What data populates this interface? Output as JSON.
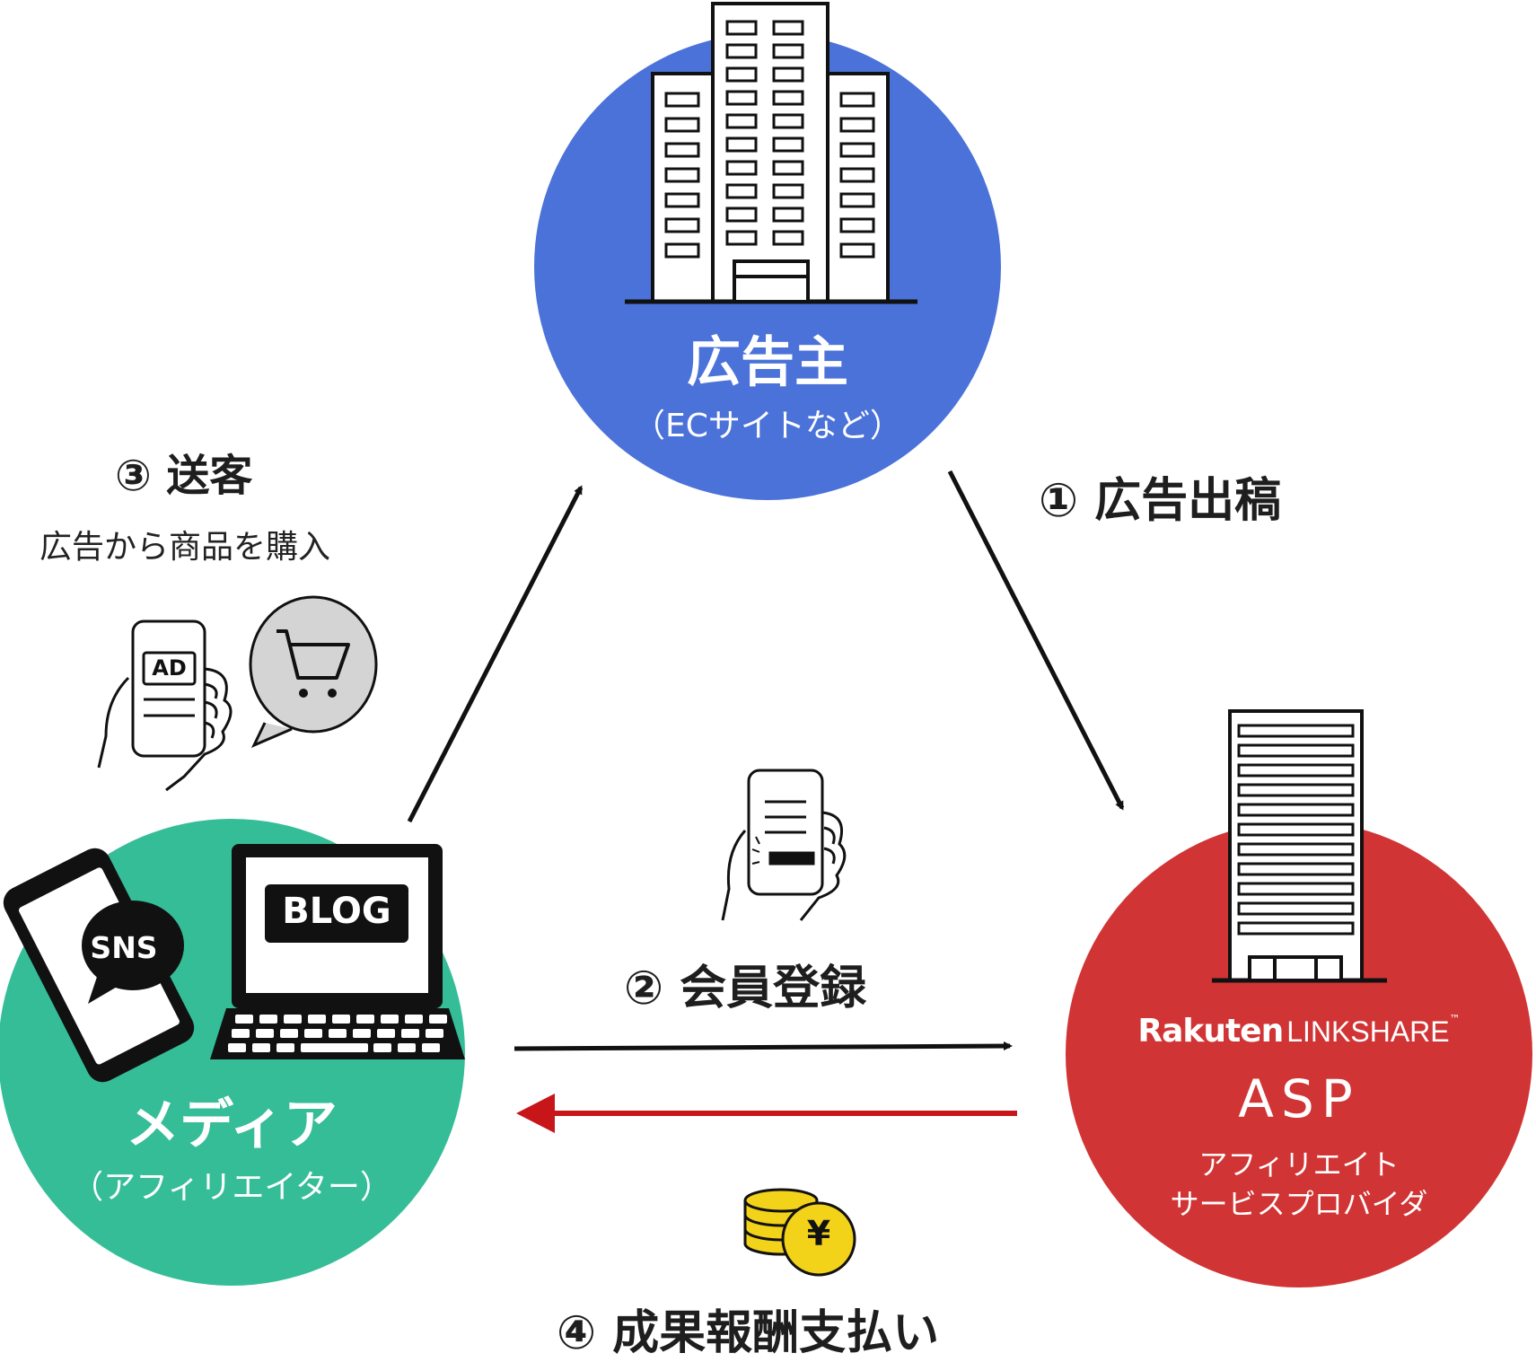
{
  "colors": {
    "advertiser": "#4b72d9",
    "media": "#35bd98",
    "asp": "#d13434",
    "arrow": "#111111",
    "payment_arrow": "#c8151a",
    "coin": "#f3d21a"
  },
  "advertiser": {
    "title": "広告主",
    "subtitle": "（ECサイトなど）",
    "icon": "office-building-icon"
  },
  "media": {
    "title": "メディア",
    "subtitle": "（アフィリエイター）",
    "phone_badge": "SNS",
    "laptop_screen": "BLOG",
    "icons": [
      "smartphone-icon",
      "laptop-icon"
    ]
  },
  "asp": {
    "logo_rakuten": "Rakuten",
    "logo_linkshare": "LINKSHARE",
    "logo_tm": "™",
    "title": "ASP",
    "subtitle_line1": "アフィリエイト",
    "subtitle_line2": "サービスプロバイダ",
    "icon": "tower-building-icon"
  },
  "steps": {
    "s1": {
      "label": "① 広告出稿"
    },
    "s2": {
      "label": "② 会員登録",
      "icon": "phone-signup-icon"
    },
    "s3": {
      "label": "③ 送客",
      "sub": "広告から商品を購入",
      "phone_badge": "AD",
      "icons": [
        "ad-phone-icon",
        "cart-bubble-icon"
      ]
    },
    "s4": {
      "label": "④ 成果報酬支払い",
      "coin_symbol": "¥",
      "icon": "yen-coins-icon"
    }
  }
}
